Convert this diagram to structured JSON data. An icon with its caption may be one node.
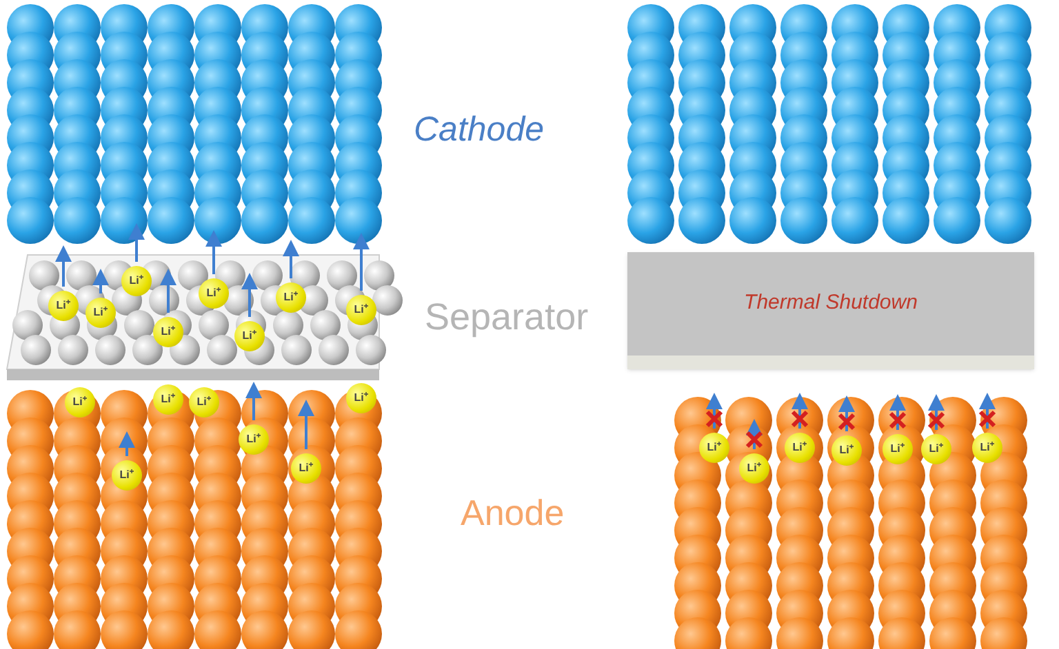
{
  "diagram": {
    "nodes": [
      {
        "text": [
          "Li$^{+}$"
        ]
      },
      {
        "text": [
          "Li$^{+}$"
        ]
      },
      {
        "text": [
          "Li$^{+}$"
        ]
      },
      {
        "text": [
          "Li$^{+}$"
        ]
      },
      {
        "text": [
          "Li$^{+}$"
        ]
      },
      {
        "text": [
          "Li$^{+}$"
        ]
      },
      {
        "text": [
          "Li$^{+}$"
        ]
      },
      {
        "text": [
          "Li$^{+}$"
        ]
      },
      {
        "text": [
          "Li$^{+}$"
        ]
      },
      {
        "text": [
          "Li$^{+}$"
        ]
      },
      {
        "text": [
          "Li$^{+}$"
        ]
      },
      {
        "text": [
          "Li$^{+}$"
        ]
      },
      {
        "text": [
          "Li$^{+}$"
        ]
      },
      {
        "text": [
          "Li$^{+}$"
        ]
      },
      {
        "text": [
          "Li$^{+}$"
        ]
      },
      {
        "text": [
          "Thermal Shutdown"
        ]
      },
      {
        "text": [
          "Li$^{+}$"
        ]
      },
      {
        "text": [
          "Li$^{+}$"
        ]
      },
      {
        "text": [
          "Li$^{+}$"
        ]
      },
      {
        "text": [
          "Li$^{+}$"
        ]
      },
      {
        "text": [
          "Li$^{+}$"
        ]
      },
      {
        "text": [
          "Li$^{+}$"
        ]
      },
      {
        "text": [
          "Li$^{+}$"
        ]
      }
    ],
    "labels": [
      "Cathode",
      "Separator",
      "Anode"
    ]
  }
}
